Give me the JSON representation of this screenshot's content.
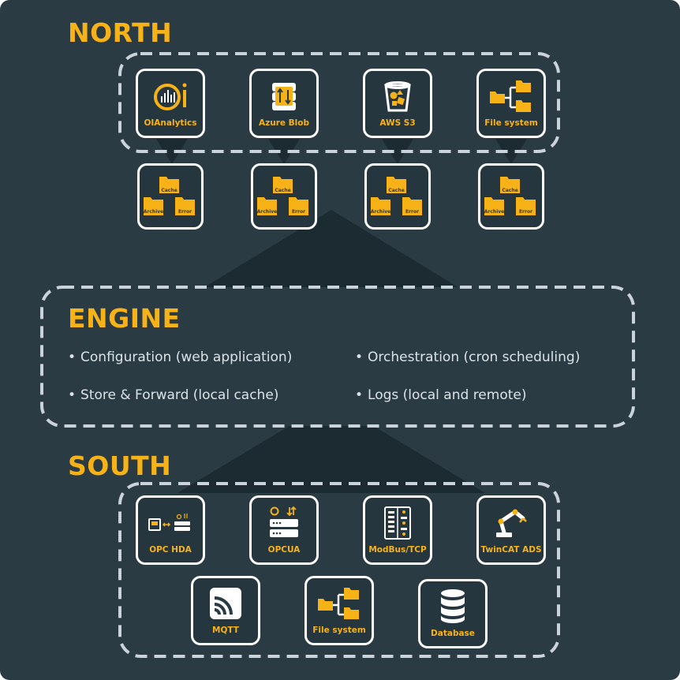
{
  "colors": {
    "background": "#2a3b44",
    "accent": "#f7b217",
    "tile_border": "#ffffff",
    "dashed_border": "#c9d3d9",
    "connector": "#1c2a31"
  },
  "north": {
    "title": "NORTH",
    "connectors": [
      {
        "name": "OIAnalytics",
        "icon": "oianalytics-logo-icon"
      },
      {
        "name": "Azure Blob",
        "icon": "azure-blob-icon"
      },
      {
        "name": "AWS S3",
        "icon": "aws-s3-bucket-icon"
      },
      {
        "name": "File system",
        "icon": "file-tree-icon"
      }
    ],
    "cache_folders": {
      "cache": "Cache",
      "archive": "Archive",
      "error": "Error"
    }
  },
  "engine": {
    "title": "ENGINE",
    "bullet_char": "•",
    "features": [
      "Configuration (web application)",
      "Orchestration (cron scheduling)",
      "Store & Forward (local cache)",
      "Logs (local and remote)"
    ]
  },
  "south": {
    "title": "SOUTH",
    "connectors": [
      {
        "name": "OPC HDA",
        "icon": "opc-hda-icon"
      },
      {
        "name": "OPCUA",
        "icon": "opcua-server-icon"
      },
      {
        "name": "ModBus/TCP",
        "icon": "modbus-rack-icon"
      },
      {
        "name": "TwinCAT ADS",
        "icon": "robot-arm-icon"
      },
      {
        "name": "MQTT",
        "icon": "mqtt-signal-icon"
      },
      {
        "name": "File system",
        "icon": "file-tree-icon"
      },
      {
        "name": "Database",
        "icon": "database-icon"
      }
    ]
  }
}
